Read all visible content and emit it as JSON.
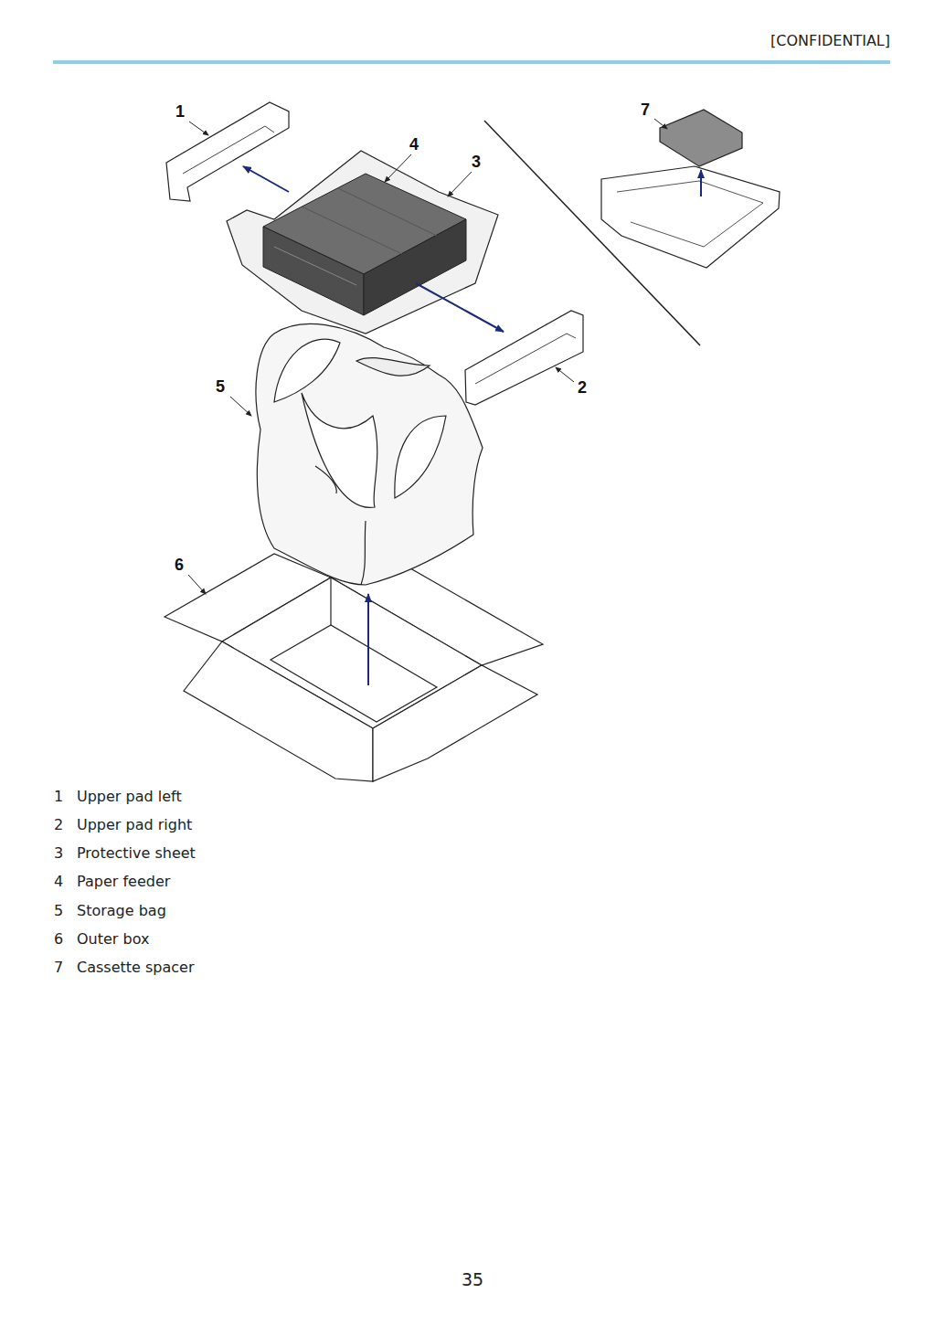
{
  "diagram": {
    "labels": [
      "[CONFIDENTIAL]",
      "1",
      "7",
      "4",
      "3",
      "5",
      "2",
      "6",
      "1",
      "Upper pad left",
      "2",
      "Upper pad right",
      "3",
      "Protective sheet",
      "4",
      "Paper feeder",
      "5",
      "Storage bag",
      "6",
      "Outer box",
      "7",
      "Cassette spacer",
      "35"
    ]
  }
}
